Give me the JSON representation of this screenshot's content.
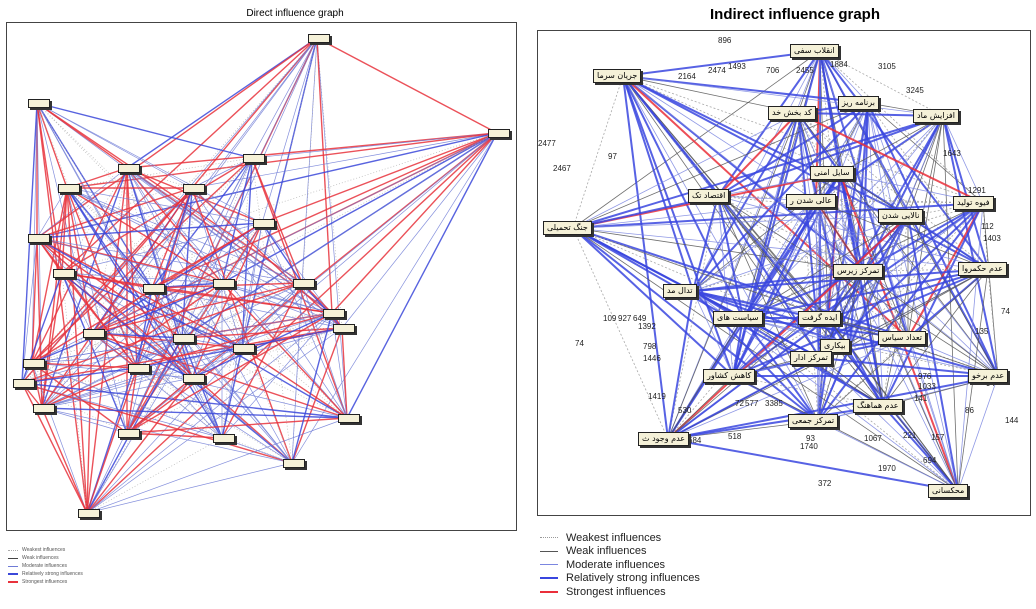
{
  "left_graph": {
    "title": "Direct influence graph",
    "legend": [
      {
        "label": "Weakest influences",
        "color": "#aaaaaa",
        "style": "dotted",
        "weight": 1
      },
      {
        "label": "Weak influences",
        "color": "#444444",
        "style": "solid",
        "weight": 1
      },
      {
        "label": "Moderate influences",
        "color": "#6f7bd6",
        "style": "solid",
        "weight": 1
      },
      {
        "label": "Relatively strong influences",
        "color": "#3b48d9",
        "style": "solid",
        "weight": 2
      },
      {
        "label": "Strongest influences",
        "color": "#e8323c",
        "style": "solid",
        "weight": 2
      }
    ]
  },
  "right_graph": {
    "title": "Indirect influence graph",
    "legend": [
      {
        "label": "Weakest influences",
        "color": "#999999",
        "style": "dotted",
        "weight": 1
      },
      {
        "label": "Weak influences",
        "color": "#555555",
        "style": "solid",
        "weight": 1
      },
      {
        "label": "Moderate influences",
        "color": "#7b86e0",
        "style": "solid",
        "weight": 1
      },
      {
        "label": "Relatively strong influences",
        "color": "#3946df",
        "style": "solid",
        "weight": 2.5
      },
      {
        "label": "Strongest influences",
        "color": "#ea2f3a",
        "style": "solid",
        "weight": 2.5
      }
    ],
    "node_labels": [
      "انقلاب سفی",
      "جریان سرما",
      "برنامه ریز",
      "افزایش ماد",
      "کد بخش خد",
      "سایل امنی",
      "فیوه تولید",
      "جنگ تحمیلی",
      "اقتصاد تک",
      "عالی شدن ر",
      "نالایی شدن",
      "عدم حکمروا",
      "تمرکز زیرس",
      "تدال مد",
      "سیاست های",
      "ایده گرفت",
      "بیکاری",
      "تعداد سیاس",
      "عدم برخو",
      "تمرکز ادار",
      "کاهش کشاور",
      "تمرکز جمعی",
      "عدم هماهنگ",
      "عدم وجود ث",
      "محکسانی"
    ],
    "edge_weights": [
      "896",
      "1493",
      "706",
      "2455",
      "1884",
      "3105",
      "2164",
      "2474",
      "3245",
      "2477",
      "1643",
      "97",
      "2467",
      "1291",
      "112",
      "1403",
      "109",
      "927",
      "649",
      "1392",
      "74",
      "798",
      "1446",
      "1419",
      "530",
      "72",
      "577",
      "3385",
      "135",
      "74",
      "976",
      "1033",
      "94",
      "141",
      "86",
      "144",
      "684",
      "518",
      "93",
      "1740",
      "1067",
      "221",
      "157",
      "694",
      "1970",
      "372"
    ]
  }
}
